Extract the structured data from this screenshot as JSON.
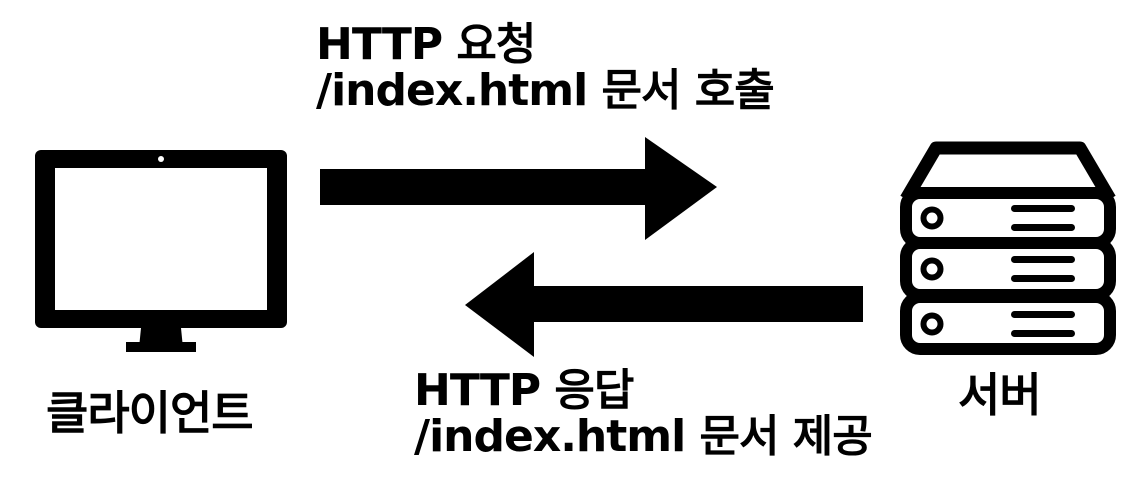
{
  "request": {
    "line1": "HTTP 요청",
    "line2": "/index.html 문서 호출"
  },
  "response": {
    "line1": "HTTP 응답",
    "line2": "/index.html 문서 제공"
  },
  "client": {
    "label": "클라이언트",
    "icon": "monitor-icon"
  },
  "server": {
    "label": "서버",
    "icon": "server-icon"
  },
  "colors": {
    "foreground": "#000000",
    "background": "#ffffff"
  }
}
